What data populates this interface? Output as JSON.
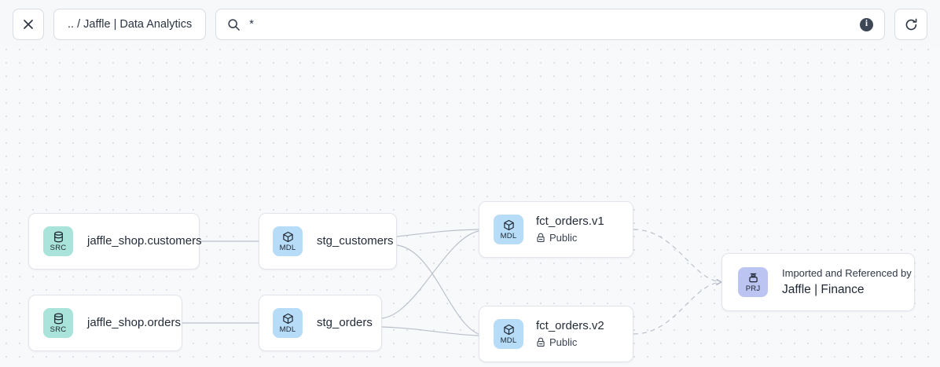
{
  "toolbar": {
    "close_label": "✕",
    "close_icon": "close-icon",
    "breadcrumb": ".. / Jaffle | Data Analytics",
    "search_icon": "search-icon",
    "search_value": "*",
    "search_placeholder": "",
    "info_icon": "info-icon",
    "info_label": "i",
    "refresh_icon": "refresh-icon",
    "background": "#f7f8fa"
  },
  "graph": {
    "background": "#f8f9fb",
    "dot_color": "#dcdfe6",
    "edge_color": "#b9bfc9",
    "nodes": [
      {
        "id": "src-customers",
        "kind": "SRC",
        "kind_icon": "database-icon",
        "badge_color": "#a9e3da",
        "title": "jaffle_shop.customers"
      },
      {
        "id": "src-orders",
        "kind": "SRC",
        "kind_icon": "database-icon",
        "badge_color": "#a9e3da",
        "title": "jaffle_shop.orders"
      },
      {
        "id": "stg-customers",
        "kind": "MDL",
        "kind_icon": "cube-icon",
        "badge_color": "#b6dcf7",
        "title": "stg_customers"
      },
      {
        "id": "stg-orders",
        "kind": "MDL",
        "kind_icon": "cube-icon",
        "badge_color": "#b6dcf7",
        "title": "stg_orders"
      },
      {
        "id": "fct-orders-v1",
        "kind": "MDL",
        "kind_icon": "cube-icon",
        "badge_color": "#b6dcf7",
        "title": "fct_orders.v1",
        "access_icon": "lock-icon",
        "access": "Public"
      },
      {
        "id": "fct-orders-v2",
        "kind": "MDL",
        "kind_icon": "cube-icon",
        "badge_color": "#b6dcf7",
        "title": "fct_orders.v2",
        "access_icon": "lock-icon",
        "access": "Public"
      },
      {
        "id": "prj-finance",
        "kind": "PRJ",
        "kind_icon": "project-icon",
        "badge_color": "#bcc4f2",
        "kicker": "Imported and Referenced by",
        "title": "Jaffle | Finance"
      }
    ],
    "edges": [
      {
        "from": "src-customers",
        "to": "stg-customers",
        "style": "solid"
      },
      {
        "from": "src-orders",
        "to": "stg-orders",
        "style": "solid"
      },
      {
        "from": "stg-customers",
        "to": "fct-orders-v1",
        "style": "solid"
      },
      {
        "from": "stg-customers",
        "to": "fct-orders-v2",
        "style": "solid"
      },
      {
        "from": "stg-orders",
        "to": "fct-orders-v1",
        "style": "solid"
      },
      {
        "from": "stg-orders",
        "to": "fct-orders-v2",
        "style": "solid"
      },
      {
        "from": "fct-orders-v1",
        "to": "prj-finance",
        "style": "dashed"
      },
      {
        "from": "fct-orders-v2",
        "to": "prj-finance",
        "style": "dashed"
      }
    ]
  }
}
